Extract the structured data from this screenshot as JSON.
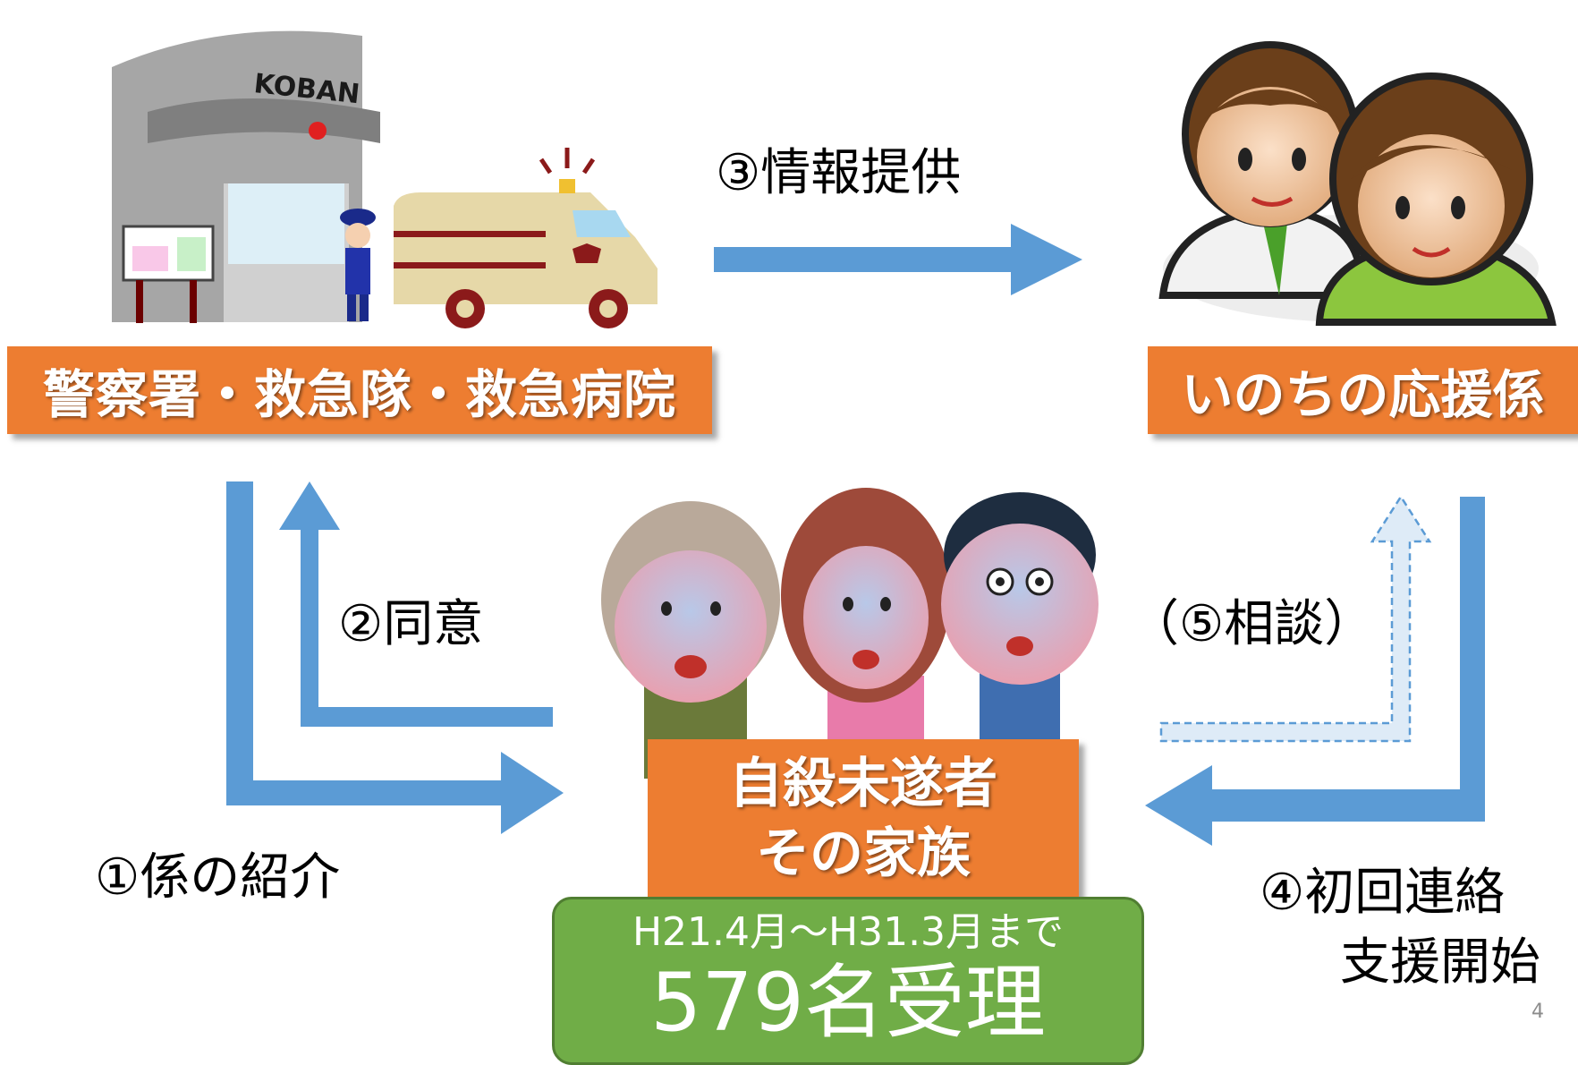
{
  "nodes": {
    "police": "警察署・救急隊・救急病院",
    "support_team": "いのちの応援係",
    "family_line1": "自殺未遂者",
    "family_line2": "その家族"
  },
  "illustration_text": {
    "koban_sign": "KOBAN"
  },
  "steps": {
    "step1": "①係の紹介",
    "step2": "②同意",
    "step3": "③情報提供",
    "step4_line1": "④初回連絡",
    "step4_line2": "支援開始",
    "step5": "（⑤相談）"
  },
  "result": {
    "period": "H21.4月～H31.3月まで",
    "count": "579名受理"
  },
  "page_number": "4",
  "colors": {
    "box": "#ED7D31",
    "arrow": "#5B9BD5",
    "result_box": "#70AD47"
  }
}
